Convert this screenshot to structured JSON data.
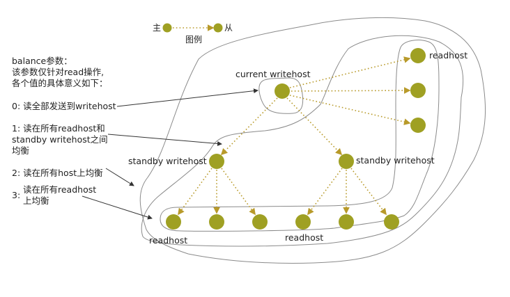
{
  "legend": {
    "master_label": "主",
    "slave_label": "从",
    "caption": "图例"
  },
  "description": {
    "lines": [
      "balance参数：",
      "该参数仅针对read操作,",
      "各个值的具体意义如下："
    ],
    "options": [
      {
        "value": "0",
        "lines": [
          "0: 读全部发送到writehost"
        ]
      },
      {
        "value": "1",
        "lines": [
          "1: 读在所有readhost和",
          "standby writehost之间",
          "均衡"
        ]
      },
      {
        "value": "2",
        "lines": [
          "2: 读在所有host上均衡"
        ]
      },
      {
        "value": "3",
        "prefix": "3:",
        "lines": [
          "读在所有readhost",
          "上均衡"
        ]
      }
    ]
  },
  "nodes": {
    "current_writehost": "current writehost",
    "standby_writehost_left": "standby writehost",
    "standby_writehost_right": "standby writehost",
    "readhost_top_right": "readhost",
    "readhost_bottom_left": "readhost",
    "readhost_bottom_mid": "readhost"
  },
  "colors": {
    "node": "#9fa023",
    "edge": "#b89a2a",
    "contour": "#8a8a8a",
    "pointer": "#333333"
  }
}
